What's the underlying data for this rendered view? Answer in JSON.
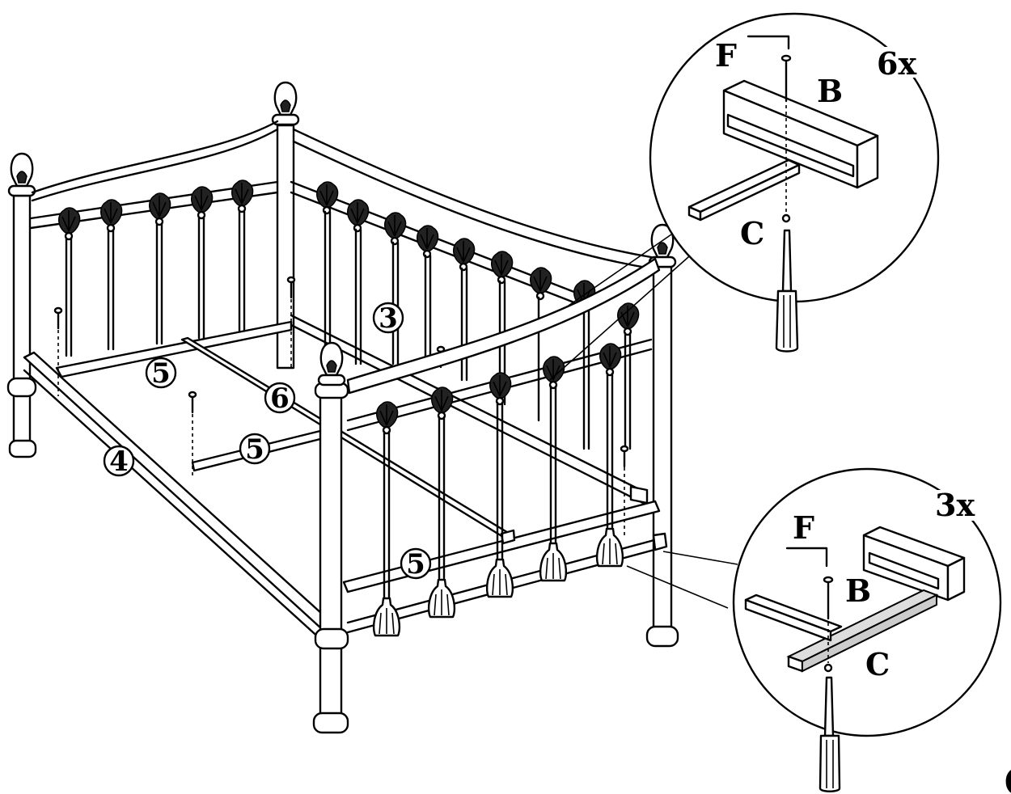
{
  "callouts": {
    "c3": "3",
    "c4": "4",
    "c5a": "5",
    "c5b": "5",
    "c5c": "5",
    "c6": "6"
  },
  "detail_top": {
    "count": "6x",
    "label_f": "F",
    "label_b": "B",
    "label_c": "C"
  },
  "detail_bottom": {
    "count": "3x",
    "label_f": "F",
    "label_b": "B",
    "label_c": "C"
  },
  "page_number_fragment": "("
}
